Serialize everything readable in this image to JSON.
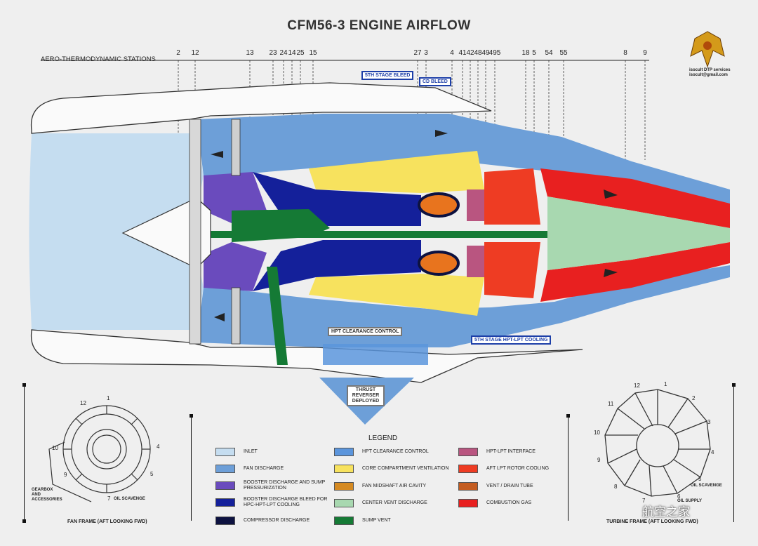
{
  "title": "CFM56-3 ENGINE AIRFLOW",
  "stations": {
    "label": "AERO-THERMODYNAMIC STATIONS",
    "numbers": [
      "2",
      "12",
      "13",
      "23",
      "24",
      "14",
      "25",
      "15",
      "27",
      "3",
      "4",
      "41",
      "42",
      "48",
      "49",
      "495",
      "18",
      "5",
      "54",
      "55",
      "8",
      "9"
    ]
  },
  "callouts": {
    "fifth_stage_bleed": "5TH STAGE BLEED",
    "cd_bleed": "CD BLEED",
    "hpt_clearance_control": "HPT CLEARANCE CONTROL",
    "fifth_stage_hpt_lpt_cooling": "5TH STAGE HPT-LPT COOLING",
    "thrust_reverser": "THRUST REVERSER DEPLOYED"
  },
  "brand": {
    "line1": "isocult DTP services",
    "line2": "isocult@gmail.com",
    "icon": "phoenix-logo-icon"
  },
  "legend": {
    "title": "LEGEND",
    "items": [
      {
        "label": "INLET",
        "color": "#c5ddf0"
      },
      {
        "label": "FAN DISCHARGE",
        "color": "#6d9fd8"
      },
      {
        "label": "BOOSTER DISCHARGE AND SUMP PRESSURIZATION",
        "color": "#6a4bbd"
      },
      {
        "label": "BOOSTER DISCHARGE BLEED FOR HPC-HPT-LPT COOLING",
        "color": "#14209a"
      },
      {
        "label": "COMPRESSOR DISCHARGE",
        "color": "#0d1240"
      },
      {
        "label": "HPT CLEARANCE CONTROL",
        "color": "#5b95dc"
      },
      {
        "label": "CORE COMPARTMENT VENTILATION",
        "color": "#f7e25e"
      },
      {
        "label": "FAN MIDSHAFT AIR CAVITY",
        "color": "#d58a22"
      },
      {
        "label": "CENTER VENT DISCHARGE",
        "color": "#a8d8b0"
      },
      {
        "label": "SUMP VENT",
        "color": "#157a35"
      },
      {
        "label": "HPT-LPT INTERFACE",
        "color": "#b95580"
      },
      {
        "label": "AFT LPT ROTOR COOLING",
        "color": "#ee3c23"
      },
      {
        "label": "VENT / DRAIN TUBE",
        "color": "#c35c20"
      },
      {
        "label": "COMBUSTION GAS",
        "color": "#e82020"
      }
    ]
  },
  "fan_frame": {
    "caption": "FAN FRAME (AFT LOOKING FWD)",
    "positions": [
      "12",
      "1",
      "4",
      "5",
      "7",
      "9",
      "10"
    ],
    "labels": {
      "oil_scavenge": "OIL SCAVENGE",
      "gearbox": "GEARBOX\nAND\nACCESSORIES"
    }
  },
  "turbine_frame": {
    "caption": "TURBINE FRAME (AFT LOOKING FWD)",
    "positions": [
      "12",
      "1",
      "2",
      "3",
      "4",
      "5",
      "6",
      "7",
      "8",
      "9",
      "10",
      "11"
    ],
    "labels": {
      "oil_scavenge": "OIL SCAVENGE",
      "oil_supply": "OIL SUPPLY"
    }
  },
  "watermark": "航空之家"
}
